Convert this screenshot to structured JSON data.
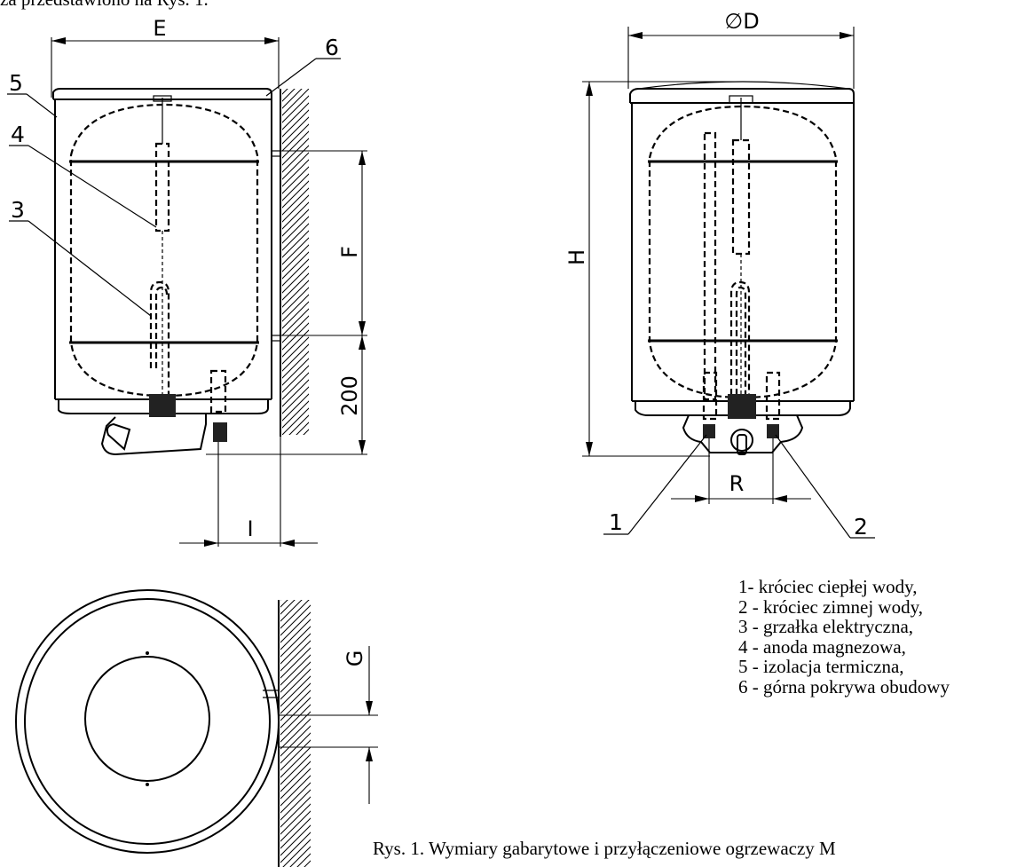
{
  "header_text": "za przedstawiono na  Rys. 1.",
  "dimension_labels": {
    "E": "E",
    "D": "∅D",
    "H": "H",
    "F": "F",
    "h200": "200",
    "I": "I",
    "R": "R",
    "G": "G"
  },
  "callouts": {
    "c1": "1",
    "c2": "2",
    "c3": "3",
    "c4": "4",
    "c5": "5",
    "c6": "6"
  },
  "legend": [
    "1- króciec ciepłej wody,",
    "2 - króciec zimnej wody,",
    "3 - grzałka elektryczna,",
    "4 - anoda magnezowa,",
    "5 - izolacja termiczna,",
    "6 - górna pokrywa obudowy"
  ],
  "caption": "Rys. 1. Wymiary gabarytowe i przyłączeniowe ogrzewaczy M"
}
